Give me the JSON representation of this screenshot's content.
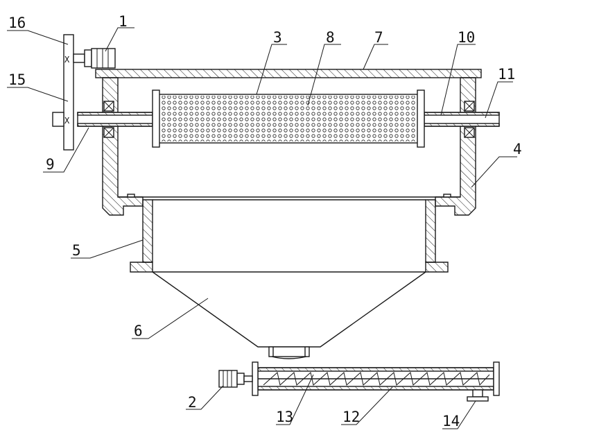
{
  "labels": [
    {
      "id": "1",
      "text": "1"
    },
    {
      "id": "2",
      "text": "2"
    },
    {
      "id": "3",
      "text": "3"
    },
    {
      "id": "4",
      "text": "4"
    },
    {
      "id": "5",
      "text": "5"
    },
    {
      "id": "6",
      "text": "6"
    },
    {
      "id": "7",
      "text": "7"
    },
    {
      "id": "8",
      "text": "8"
    },
    {
      "id": "9",
      "text": "9"
    },
    {
      "id": "10",
      "text": "10"
    },
    {
      "id": "11",
      "text": "11"
    },
    {
      "id": "12",
      "text": "12"
    },
    {
      "id": "13",
      "text": "13"
    },
    {
      "id": "14",
      "text": "14"
    },
    {
      "id": "15",
      "text": "15"
    },
    {
      "id": "16",
      "text": "16"
    }
  ],
  "bearing_symbol": "X"
}
